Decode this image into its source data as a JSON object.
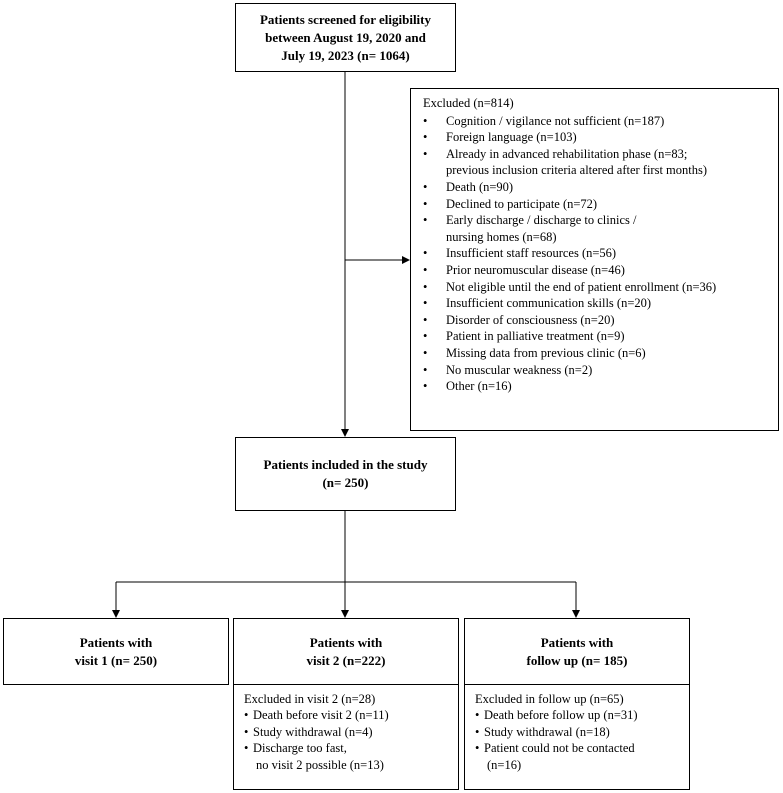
{
  "screened": {
    "lines": [
      "Patients screened for eligibility",
      "between August 19, 2020 and",
      "July 19, 2023 (n= 1064)"
    ]
  },
  "excluded": {
    "header": "Excluded  (n=814)",
    "items": [
      [
        "Cognition / vigilance not sufficient (n=187)"
      ],
      [
        "Foreign language (n=103)"
      ],
      [
        "Already in advanced rehabilitation phase (n=83;",
        "previous inclusion criteria altered after first months)"
      ],
      [
        "Death (n=90)"
      ],
      [
        "Declined to participate (n=72)"
      ],
      [
        "Early discharge / discharge to clinics /",
        "nursing homes (n=68)"
      ],
      [
        "Insufficient staff resources (n=56)"
      ],
      [
        "Prior neuromuscular disease (n=46)"
      ],
      [
        "Not eligible until the end of patient enrollment (n=36)"
      ],
      [
        "Insufficient communication skills (n=20)"
      ],
      [
        "Disorder of consciousness (n=20)"
      ],
      [
        "Patient in palliative treatment (n=9)"
      ],
      [
        "Missing data from previous clinic (n=6)"
      ],
      [
        "No muscular weakness (n=2)"
      ],
      [
        "Other (n=16)"
      ]
    ]
  },
  "included": {
    "lines": [
      "Patients included in the study",
      "(n= 250)"
    ]
  },
  "visit1": {
    "lines": [
      "Patients with",
      "visit 1 (n= 250)"
    ]
  },
  "visit2": {
    "lines": [
      "Patients with",
      "visit 2 (n=222)"
    ],
    "excluded_header": "Excluded in visit 2 (n=28)",
    "excluded_items": [
      [
        "Death before visit 2 (n=11)"
      ],
      [
        "Study withdrawal (n=4)"
      ],
      [
        "Discharge too fast,",
        "no visit 2 possible (n=13)"
      ]
    ]
  },
  "followup": {
    "lines": [
      "Patients with",
      "follow up (n= 185)"
    ],
    "excluded_header": "Excluded in follow up (n=65)",
    "excluded_items": [
      [
        "Death before follow up (n=31)"
      ],
      [
        "Study withdrawal (n=18)"
      ],
      [
        "Patient could not be contacted",
        "(n=16)"
      ]
    ]
  }
}
